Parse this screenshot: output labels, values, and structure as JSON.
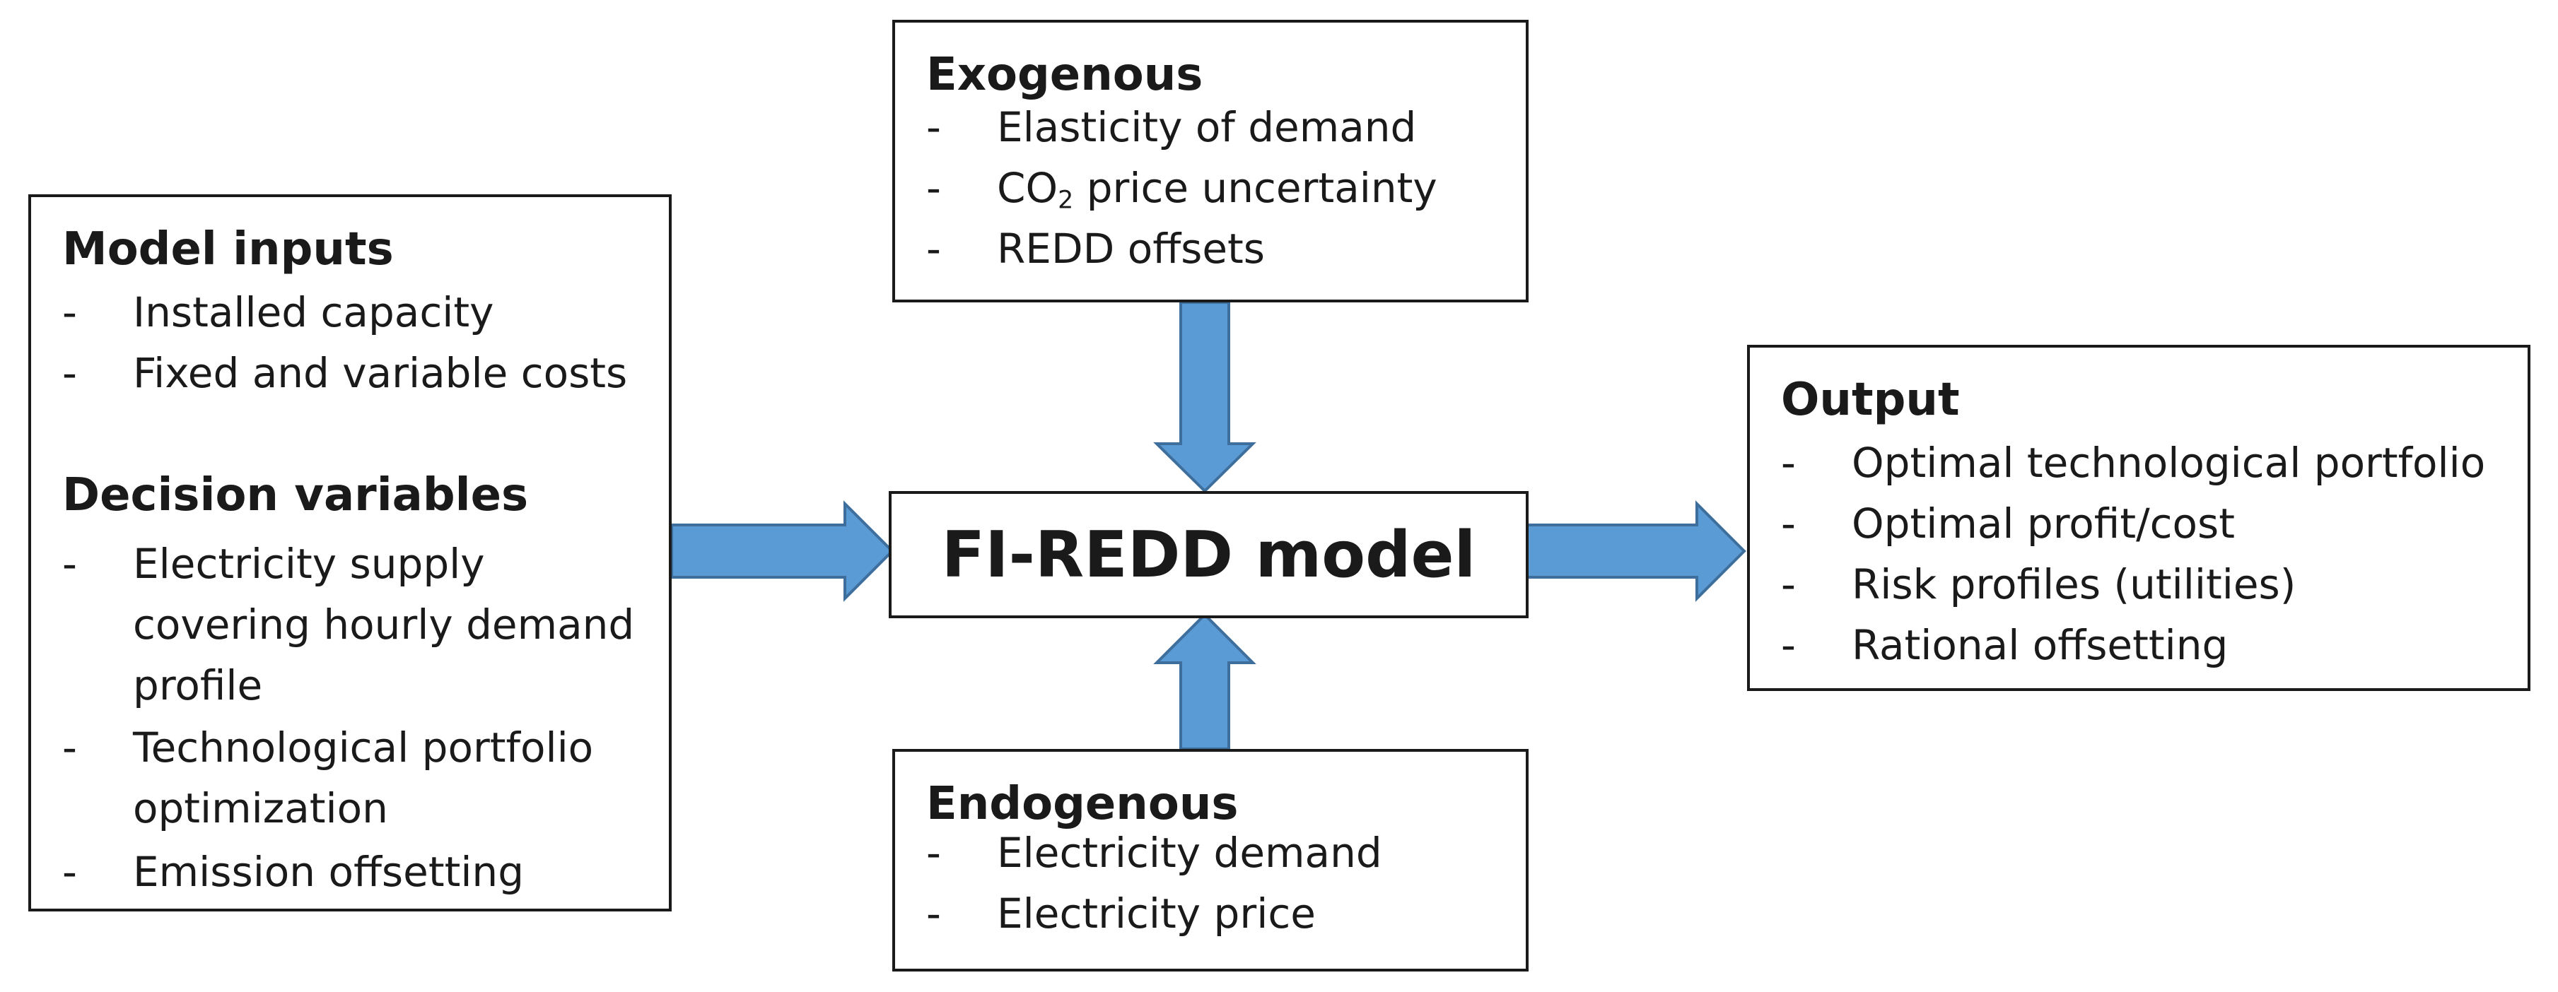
{
  "colors": {
    "arrow_fill": "#5b9bd5",
    "arrow_stroke": "#3e6f9c",
    "border": "#1a1a1a",
    "text": "#1a1a1a"
  },
  "model_inputs": {
    "title": "Model inputs",
    "items": [
      "Installed capacity",
      "Fixed and variable costs"
    ]
  },
  "decision_variables": {
    "title": "Decision variables",
    "items": [
      "Electricity supply covering hourly demand profile",
      "Technological portfolio optimization",
      "Emission offsetting"
    ]
  },
  "exogenous": {
    "title": "Exogenous",
    "items": [
      "Elasticity of demand",
      "CO",
      "REDD offsets"
    ],
    "co2_subscript": "2",
    "co2_suffix": " price uncertainty"
  },
  "center": {
    "title": "FI-REDD model"
  },
  "endogenous": {
    "title": "Endogenous",
    "items": [
      "Electricity demand",
      "Electricity price"
    ]
  },
  "output": {
    "title": "Output",
    "items": [
      "Optimal technological portfolio",
      "Optimal profit/cost",
      "Risk profiles (utilities)",
      "Rational offsetting"
    ]
  },
  "bullet": "-"
}
